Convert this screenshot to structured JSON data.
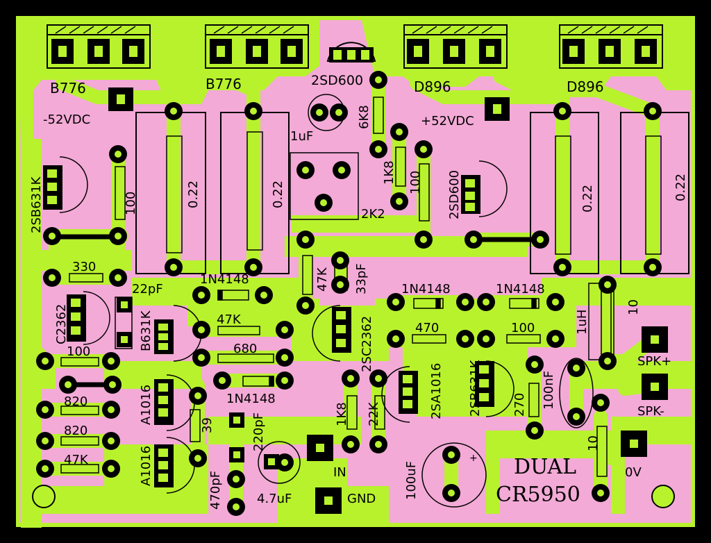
{
  "colors": {
    "background": "#000000",
    "board": "#f3aad6",
    "copper": "#b8f22d",
    "silk": "#000000"
  },
  "transistor_labels": {
    "q1": "B776",
    "q2": "B776",
    "q3": "D896",
    "q4": "D896",
    "q5": "2SD600",
    "q6": "2SB631K",
    "q7": "2SD600",
    "q8": "C2362",
    "q9": "B631K",
    "q10": "2SC2362",
    "q11": "2SA1016",
    "q12": "2SB631K",
    "q13": "A1016",
    "q14": "A1016"
  },
  "power_labels": {
    "neg": "-52VDC",
    "pos": "+52VDC"
  },
  "resistor_labels": {
    "r022a": "0.22",
    "r022b": "0.22",
    "r022c": "0.22",
    "r022d": "0.22",
    "r100a": "100",
    "r6k8": "6K8",
    "r1k8a": "1K8",
    "r100b": "100",
    "r2k2": "2K2",
    "r47ka": "47K",
    "r330": "330",
    "r100c": "100",
    "r820a": "820",
    "r820b": "820",
    "r47kb": "47K",
    "r47kc": "47K",
    "r680": "680",
    "r39": "39",
    "r470": "470",
    "r100d": "100",
    "r1k8b": "1K8",
    "r22k": "22K",
    "r270": "270",
    "r10a": "10",
    "r10b": "10"
  },
  "capacitor_labels": {
    "c1uf": "1uF",
    "c22pf": "22pF",
    "c33pf": "33pF",
    "c220pf": "220pF",
    "c470pf": "470pF",
    "c47uf": "4.7uF",
    "c100uf": "100uF",
    "c100nf": "100nF"
  },
  "diode_labels": {
    "d1": "1N4148",
    "d2": "1N4148",
    "d3": "1N4148",
    "d4": "1N4148"
  },
  "inductor_label": "1uH",
  "connector_labels": {
    "spk_pos": "SPK+",
    "spk_neg": "SPK-",
    "zero_v": "0V",
    "in": "IN",
    "gnd": "GND"
  },
  "title": {
    "line1": "DUAL",
    "line2": "CR5950"
  }
}
